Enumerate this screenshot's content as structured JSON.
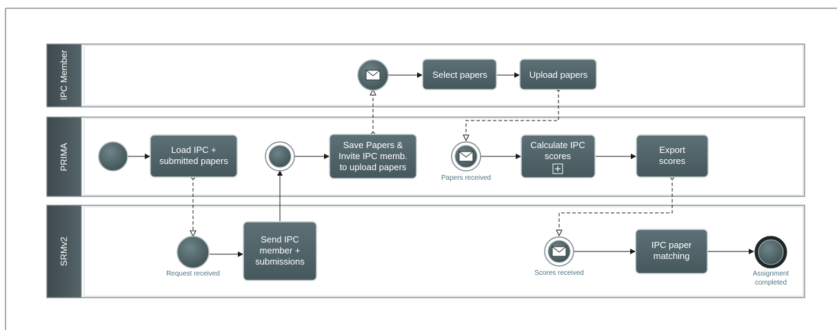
{
  "lanes": [
    {
      "title": "IPC Member"
    },
    {
      "title": "PRIMA"
    },
    {
      "title": "SRMv2"
    }
  ],
  "tasks": {
    "load_ipc": [
      "Load IPC +",
      "submitted papers"
    ],
    "save_papers": [
      "Save Papers &",
      "Invite IPC memb.",
      "to upload papers"
    ],
    "select_papers": [
      "Select papers"
    ],
    "upload_papers": [
      "Upload papers"
    ],
    "calculate_ipc": [
      "Calculate IPC",
      "scores"
    ],
    "export_scores": [
      "Export",
      "scores"
    ],
    "send_ipc": [
      "Send IPC",
      "member +",
      "submissions"
    ],
    "ipc_matching": [
      "IPC paper",
      "matching"
    ]
  },
  "events": {
    "papers_received": [
      "Papers received"
    ],
    "request_received": [
      "Request received"
    ],
    "scores_received": [
      "Scores received"
    ],
    "assignment_completed": [
      "Assignment",
      "completed"
    ]
  },
  "colors": {
    "task_fill": "#4e6266",
    "task_border": "#c7d1d4",
    "lane_header": "#445055",
    "lane_border": "#8a9396",
    "event_label": "#4f7585"
  }
}
